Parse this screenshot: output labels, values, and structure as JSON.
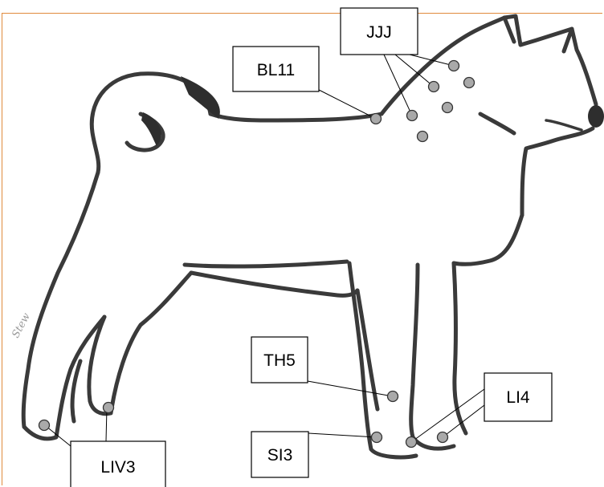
{
  "labels": {
    "jjj": "JJJ",
    "bl11": "BL11",
    "th5": "TH5",
    "li4": "LI4",
    "si3": "SI3",
    "liv3": "LIV3"
  },
  "signature": "Stew",
  "colors": {
    "frame": "#e08a3c",
    "point_fill": "#a9a9a9",
    "outline": "#3a3a3a"
  }
}
